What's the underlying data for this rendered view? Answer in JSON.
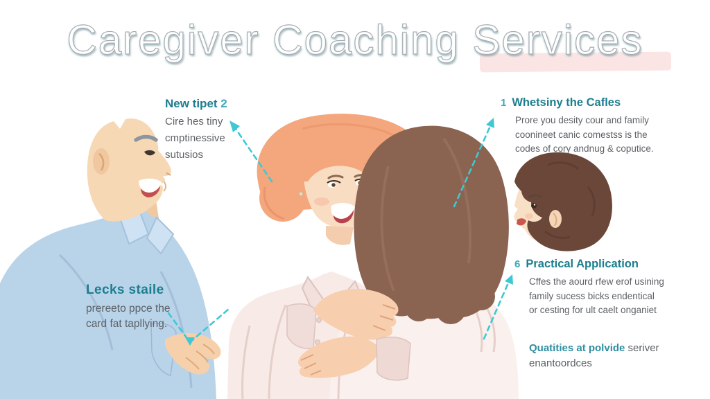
{
  "title": {
    "text": "Caregiver Coaching Services"
  },
  "callouts": {
    "new_tipet": {
      "heading": "New tipet",
      "number": "2",
      "lines": [
        "Cire hes tiny",
        "cmptinessive",
        "sutusios"
      ]
    },
    "whetsiny": {
      "number": "1",
      "heading": "Whetsiny the Cafles",
      "lines": [
        "Prore you desity cour and family",
        "coonineet canic comestss is the",
        "codes of cory andnug & coputice."
      ]
    },
    "practical": {
      "number": "6",
      "heading": "Practical Application",
      "lines": [
        "Cffes the aourd rfew erof usining",
        "family sucess bicks endentical",
        "or cesting for ult caelt onganiet"
      ]
    },
    "lecks": {
      "heading": "Lecks staile",
      "lines": [
        "prereeto ppce the",
        "card fat tapllying."
      ]
    },
    "quatities": {
      "heading": "Quatities at polvide",
      "suffix": " seriver",
      "line2": "enantoordces"
    }
  },
  "colors": {
    "heading_teal": "#1b7e8e",
    "number_teal": "#3aa8bb",
    "body_gray": "#5c6165",
    "arrow_teal": "#3fc8d4",
    "highlight_pink": "#fbe5e4",
    "man_shirt_blue": "#b9d3e9",
    "caregiver_hair_peach": "#f4a67c",
    "recipient_hair_brown": "#8b6351",
    "skin_tone": "#f6d8b5"
  },
  "figures": {
    "elderly_man": "elderly man in light blue shirt, profile facing right",
    "caregiver": "smiling woman with peach hair in pale pink blouse",
    "care_recipient": "woman with long brown hair seen from behind, embraced",
    "child": "child head in profile facing left with brown curly hair"
  }
}
